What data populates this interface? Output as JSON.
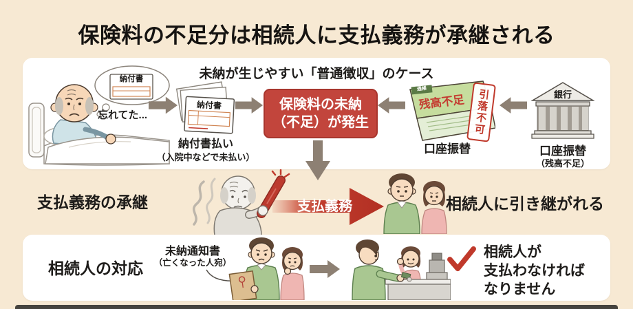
{
  "page": {
    "title": "保険料の不足分は相続人に支払義務が承継される"
  },
  "top": {
    "subtitle": "未納が生じやすい「普通徴収」のケース",
    "thought_slip": "納付書",
    "forgot": "忘れてた...",
    "slip_front": "納付書",
    "slip_caption": "納付書払い",
    "slip_caption_sub": "（入院中などで未払い）",
    "alert_line1": "保険料の未納",
    "alert_line2": "（不足）が発生",
    "passbook_tab": "通帳",
    "passbook_text": "残高不足",
    "stamp": "引落不可",
    "passbook_caption": "口座振替",
    "bank_sign": "銀行",
    "bank_caption": "口座振替",
    "bank_caption_sub": "（残高不足）"
  },
  "middle": {
    "label": "支払義務の承継",
    "arrow_label": "支払義務",
    "result": "相続人に引き継がれる"
  },
  "bottom": {
    "label": "相続人の対応",
    "notice": "未納通知書",
    "notice_sub": "（亡くなった人宛）",
    "check_line1": "相続人が",
    "check_line2": "支払わなければ",
    "check_line3": "なりません"
  },
  "colors": {
    "background": "#f7e9d3",
    "panel": "#ffffff",
    "alert_red": "#c2453c",
    "accent_red": "#c0392b",
    "arrow_taupe": "#8d8073",
    "passbook_green": "#c6dd9e",
    "sweater_green": "#a9c791",
    "top_pink": "#efb6b2"
  }
}
